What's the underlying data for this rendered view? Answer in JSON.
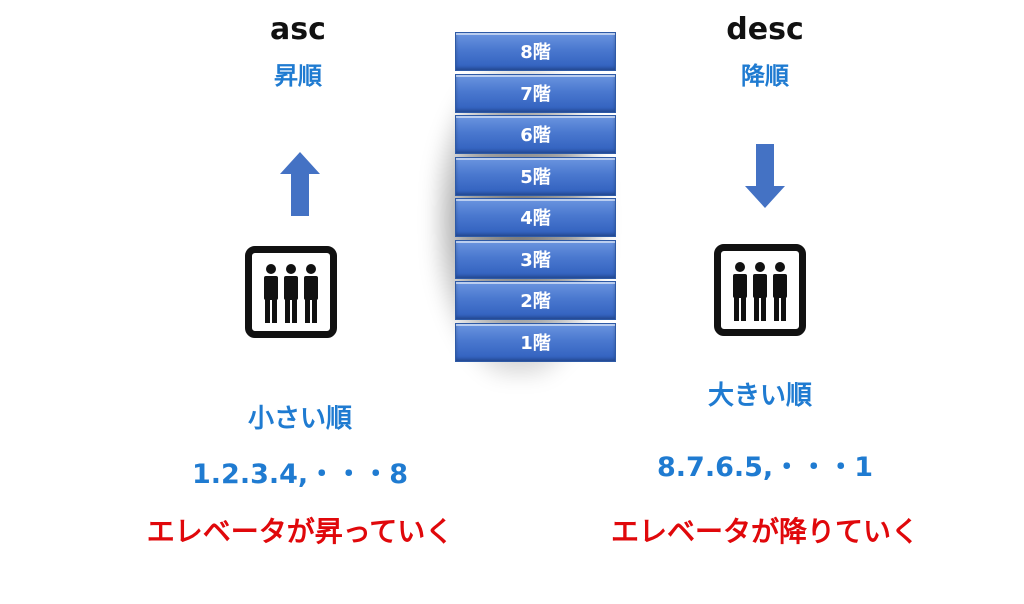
{
  "asc": {
    "title_en": "asc",
    "title_jp": "昇順",
    "order_label": "小さい順",
    "sequence": "1.2.3.4,・・・8",
    "description": "エレベータが昇っていく",
    "icon": "elevator-people-icon",
    "arrow_icon": "arrow-up-icon"
  },
  "desc": {
    "title_en": "desc",
    "title_jp": "降順",
    "order_label": "大きい順",
    "sequence": "8.7.6.5,・・・1",
    "description": "エレベータが降りていく",
    "icon": "elevator-people-icon",
    "arrow_icon": "arrow-down-icon"
  },
  "floors": [
    {
      "label": "8階"
    },
    {
      "label": "7階"
    },
    {
      "label": "6階"
    },
    {
      "label": "5階"
    },
    {
      "label": "4階"
    },
    {
      "label": "3階"
    },
    {
      "label": "2階"
    },
    {
      "label": "1階"
    }
  ],
  "colors": {
    "accent_blue": "#1f7bd1",
    "emphasis_red": "#e0080b",
    "floor_blue": "#4a78cf",
    "arrow_blue": "#4472c4"
  }
}
